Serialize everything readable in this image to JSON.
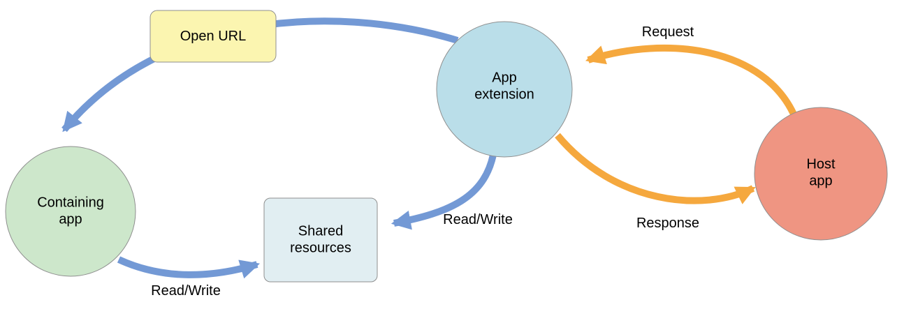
{
  "diagram": {
    "nodes": {
      "containing_app": {
        "label": "Containing\napp",
        "fill": "#cde7cb"
      },
      "app_extension": {
        "label": "App\nextension",
        "fill": "#badee9"
      },
      "host_app": {
        "label": "Host\napp",
        "fill": "#ef9582"
      },
      "shared_resources": {
        "label": "Shared\nresources",
        "fill": "#e1eef2"
      },
      "open_url": {
        "label": "Open URL",
        "fill": "#fbf5b0"
      }
    },
    "edges": {
      "request": {
        "label": "Request"
      },
      "response": {
        "label": "Response"
      },
      "extension_read_write": {
        "label": "Read/Write"
      },
      "containing_read_write": {
        "label": "Read/Write"
      }
    },
    "colors": {
      "arrow_blue": "#7399d5",
      "arrow_orange": "#f5a83e",
      "node_border": "#8f8f8f",
      "text": "#000000",
      "background": "#ffffff"
    }
  }
}
